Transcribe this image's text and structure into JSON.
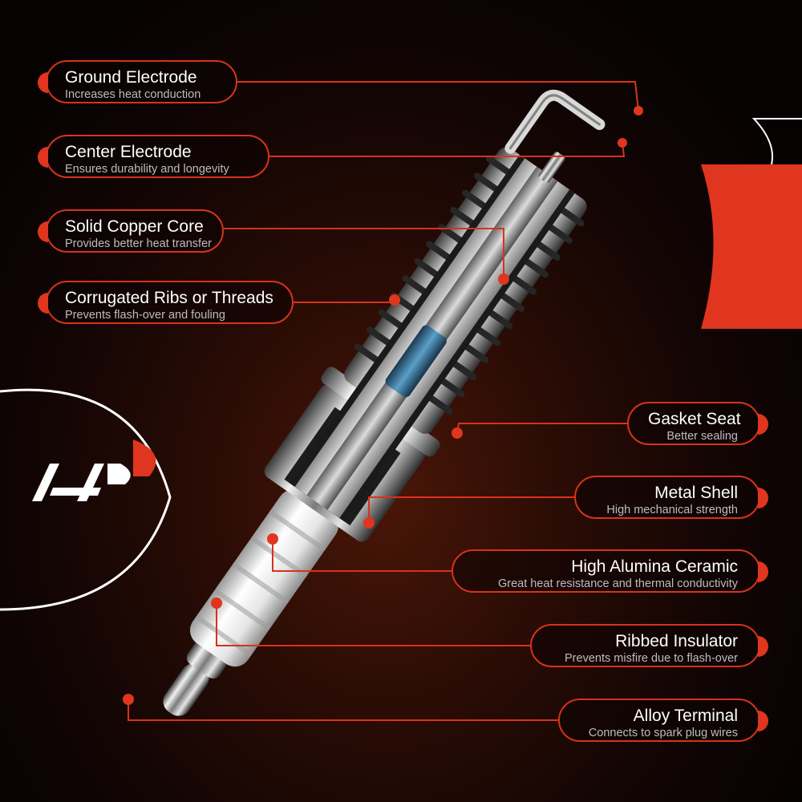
{
  "colors": {
    "accent": "#e0351e",
    "background": "#120504",
    "subtitle": "#bdbdbd"
  },
  "logo": {
    "icon": "brand-logo-icon"
  },
  "callouts": {
    "ground_electrode": {
      "title": "Ground Electrode",
      "subtitle": "Increases heat conduction"
    },
    "center_electrode": {
      "title": "Center Electrode",
      "subtitle": "Ensures durability and longevity"
    },
    "copper_core": {
      "title": "Solid Copper Core",
      "subtitle": "Provides better heat transfer"
    },
    "ribs_threads": {
      "title": "Corrugated Ribs or Threads",
      "subtitle": "Prevents flash-over and fouling"
    },
    "gasket_seat": {
      "title": "Gasket Seat",
      "subtitle": "Better sealing"
    },
    "metal_shell": {
      "title": "Metal Shell",
      "subtitle": "High mechanical strength"
    },
    "alumina_ceramic": {
      "title": "High Alumina Ceramic",
      "subtitle": "Great heat resistance and thermal conductivity"
    },
    "ribbed_insulator": {
      "title": "Ribbed Insulator",
      "subtitle": "Prevents misfire due to flash-over"
    },
    "alloy_terminal": {
      "title": "Alloy Terminal",
      "subtitle": "Connects to spark plug wires"
    }
  }
}
